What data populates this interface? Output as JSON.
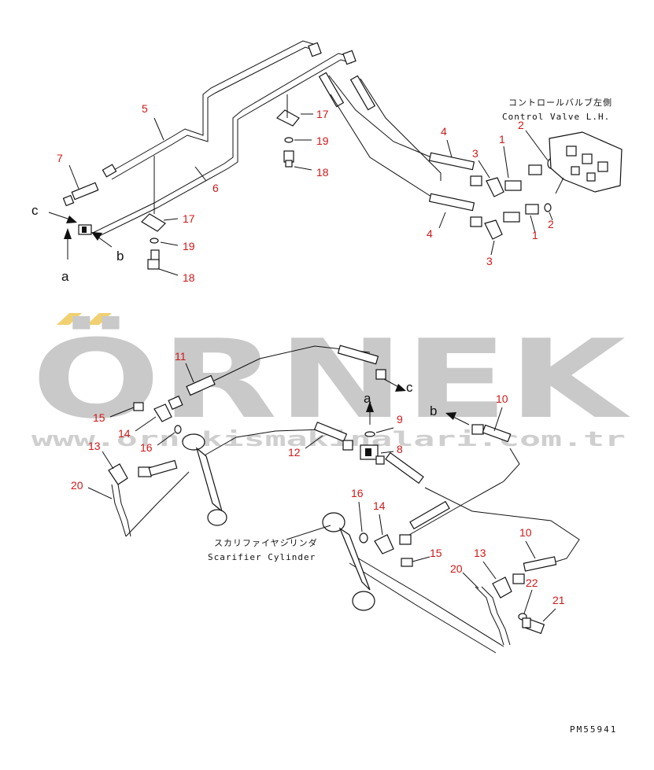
{
  "watermark": {
    "brand": "ÖRNEK",
    "url": "www.ornekismakinalari.com.tr",
    "accent_color": "#f0d070"
  },
  "labels": {
    "control_valve_jp": "コントロールバルブ左側",
    "control_valve_en": "Control Valve L.H.",
    "scarifier_jp": "スカリファイヤシリンダ",
    "scarifier_en": "Scarifier Cylinder",
    "part_number": "PM55941"
  },
  "callouts": {
    "upper": [
      "5",
      "7",
      "6",
      "17",
      "19",
      "18",
      "17",
      "19",
      "18",
      "4",
      "3",
      "1",
      "2",
      "4",
      "1",
      "2",
      "3"
    ],
    "lower": [
      "11",
      "15",
      "14",
      "16",
      "13",
      "20",
      "9",
      "8",
      "12",
      "10",
      "16",
      "14",
      "15",
      "13",
      "20",
      "10",
      "22",
      "21"
    ]
  },
  "letters": {
    "upper": [
      "c",
      "b",
      "a"
    ],
    "lower": [
      "a",
      "c",
      "b"
    ]
  },
  "colors": {
    "callout": "#d01818",
    "ink": "#111111"
  }
}
